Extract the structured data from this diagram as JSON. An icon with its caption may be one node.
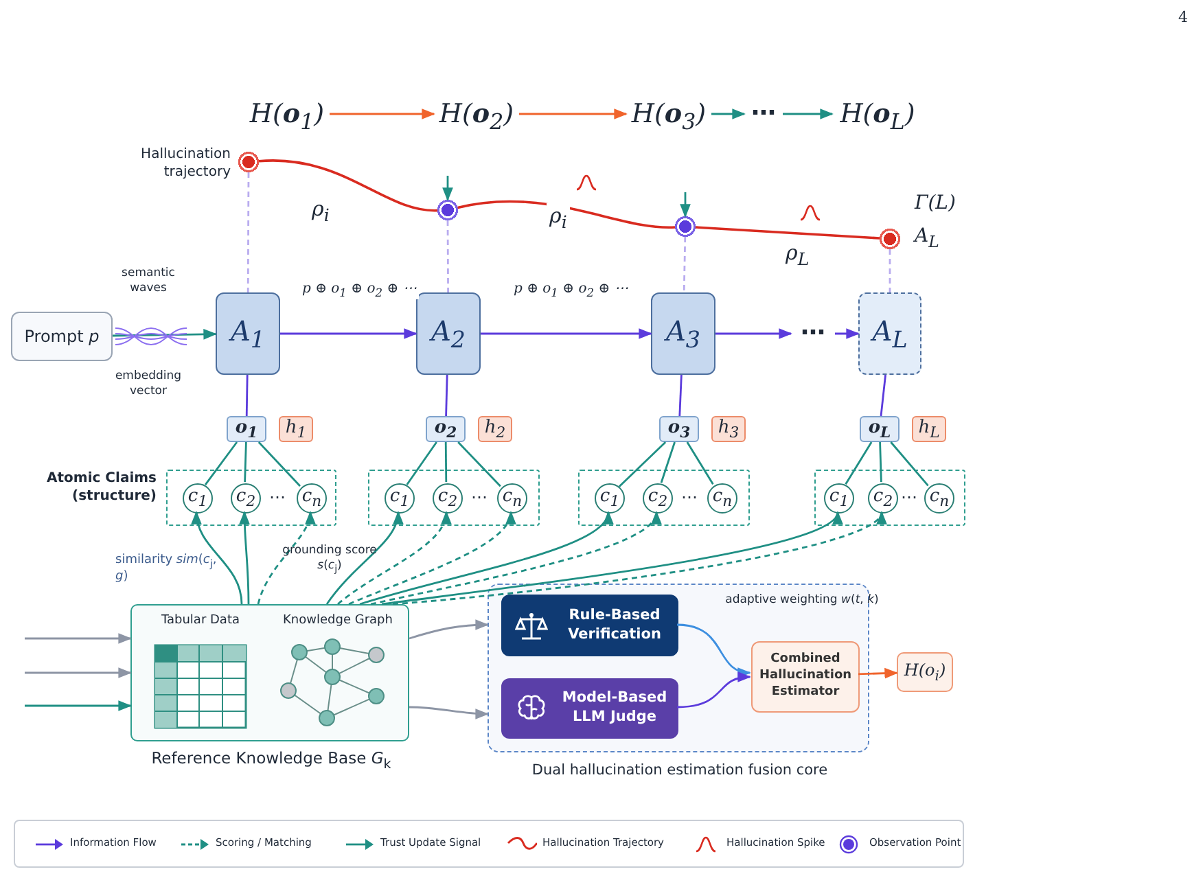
{
  "diagram": {
    "nodes": [
      {
        "text": [
          "H(**o**$_{1}$)"
        ]
      },
      {
        "text": [
          "H(**o**$_{2}$)"
        ]
      },
      {
        "text": [
          "H(**o**$_{3}$)"
        ]
      },
      {
        "text": [
          "⋯"
        ]
      },
      {
        "text": [
          "H(**o**$_{L}$)"
        ]
      },
      {
        "text": [],
        "shape": "circle"
      },
      {
        "text": [],
        "shape": "circle"
      },
      {
        "text": [],
        "shape": "circle"
      },
      {
        "text": [],
        "shape": "circle",
        "beside": [
          "Γ(L)",
          "A$_{L}$"
        ]
      },
      {
        "text": [
          "Prompt *p*"
        ]
      },
      {
        "text": [
          "A$_{1}$"
        ]
      },
      {
        "text": [
          "A$_{2}$"
        ]
      },
      {
        "text": [
          "A$_{3}$"
        ]
      },
      {
        "text": [
          "⋯"
        ]
      },
      {
        "text": [
          "A$_{L}$"
        ]
      },
      {
        "text": [
          "o$_{1}$"
        ]
      },
      {
        "text": [
          "h$_{1}$"
        ]
      },
      {
        "text": [
          "o$_{2}$"
        ]
      },
      {
        "text": [
          "h$_{2}$"
        ]
      },
      {
        "text": [
          "o$_{3}$"
        ]
      },
      {
        "text": [
          "h$_{3}$"
        ]
      },
      {
        "text": [
          "o$_{L}$"
        ]
      },
      {
        "text": [
          "h$_{L}$"
        ]
      },
      {
        "text": [],
        "shape": "box"
      },
      {
        "text": [
          "c$_{1}$"
        ],
        "in": 23
      },
      {
        "text": [
          "c$_{2}$"
        ],
        "in": 23
      },
      {
        "text": [
          "c$_{n}$"
        ],
        "in": 23
      },
      {
        "text": [],
        "shape": "box"
      },
      {
        "text": [
          "c$_{1}$"
        ],
        "in": 27
      },
      {
        "text": [
          "c$_{2}$"
        ],
        "in": 27
      },
      {
        "text": [
          "c$_{n}$"
        ],
        "in": 27
      },
      {
        "text": [],
        "shape": "box"
      },
      {
        "text": [
          "c$_{1}$"
        ],
        "in": 31
      },
      {
        "text": [
          "c$_{2}$"
        ],
        "in": 31
      },
      {
        "text": [
          "c$_{n}$"
        ],
        "in": 31
      },
      {
        "text": [],
        "shape": "box"
      },
      {
        "text": [
          "c$_{1}$"
        ],
        "in": 35
      },
      {
        "text": [
          "c$_{2}$"
        ],
        "in": 35
      },
      {
        "text": [
          "c$_{n}$"
        ],
        "in": 35
      },
      {
        "text": [
          "Tabular Data",
          "Knowledge Graph",
          "Reference Knowledge Base *G*$_{k}$"
        ]
      },
      {
        "text": [
          "Dual hallucination estimation fusion core"
        ]
      },
      {
        "text": [
          "Rule-Based Verification"
        ],
        "in": 40
      },
      {
        "text": [
          "Model-Based LLM Judge"
        ],
        "in": 40
      },
      {
        "text": [
          "Combined Hallucination Estimator"
        ],
        "in": 40
      },
      {
        "text": [
          "H(o$_{i}$)"
        ]
      }
    ],
    "edges": [
      {
        "from": 0,
        "to": 1,
        "arrow": "to",
        "color": "#f0642c"
      },
      {
        "from": 1,
        "to": 2,
        "arrow": "to",
        "color": "#f0642c"
      },
      {
        "from": 2,
        "to": 3,
        "arrow": "to"
      },
      {
        "from": 3,
        "to": 4,
        "arrow": "to"
      },
      {
        "from": 5,
        "to": 6,
        "arrow": "none",
        "color": "#d92b20",
        "label": "ρ$_{i}$"
      },
      {
        "from": 6,
        "to": 7,
        "arrow": "none",
        "color": "#d92b20",
        "label": "ρ$_{i}$"
      },
      {
        "from": 7,
        "to": 8,
        "arrow": "none",
        "color": "#d92b20",
        "label": "ρ$_{L}$"
      },
      {
        "from": null,
        "to": 6,
        "arrow": "to"
      },
      {
        "from": null,
        "to": 7,
        "arrow": "to"
      },
      {
        "from": 5,
        "to": 10,
        "arrow": "none",
        "style": "dashed",
        "color": "#b9acef"
      },
      {
        "from": 6,
        "to": 11,
        "arrow": "none",
        "style": "dashed",
        "color": "#b9acef"
      },
      {
        "from": 7,
        "to": 12,
        "arrow": "none",
        "style": "dashed",
        "color": "#b9acef"
      },
      {
        "from": 8,
        "to": 14,
        "arrow": "none",
        "style": "dashed",
        "color": "#b9acef"
      },
      {
        "from": 9,
        "to": 10,
        "arrow": "to"
      },
      {
        "from": 10,
        "to": 11,
        "arrow": "to",
        "color": "#5b3bdc",
        "label": "p ⊕ o$_{1}$ ⊕ o$_{2}$ ⊕ ⋯"
      },
      {
        "from": 11,
        "to": 12,
        "arrow": "to",
        "color": "#5b3bdc",
        "label": "p ⊕ o$_{1}$ ⊕ o$_{2}$ ⊕ ⋯"
      },
      {
        "from": 12,
        "to": 13,
        "arrow": "to",
        "color": "#5b3bdc"
      },
      {
        "from": 13,
        "to": 14,
        "arrow": "to",
        "color": "#5b3bdc"
      },
      {
        "from": 10,
        "to": 15,
        "arrow": "none",
        "color": "#5b3bdc"
      },
      {
        "from": 11,
        "to": 17,
        "arrow": "none",
        "color": "#5b3bdc"
      },
      {
        "from": 12,
        "to": 19,
        "arrow": "none",
        "color": "#5b3bdc"
      },
      {
        "from": 14,
        "to": 21,
        "arrow": "none",
        "color": "#5b3bdc"
      },
      {
        "from": 15,
        "to": 24,
        "arrow": "none"
      },
      {
        "from": 15,
        "to": 25,
        "arrow": "none"
      },
      {
        "from": 15,
        "to": 26,
        "arrow": "none"
      },
      {
        "from": 17,
        "to": 28,
        "arrow": "none"
      },
      {
        "from": 17,
        "to": 29,
        "arrow": "none"
      },
      {
        "from": 17,
        "to": 30,
        "arrow": "none"
      },
      {
        "from": 19,
        "to": 32,
        "arrow": "none"
      },
      {
        "from": 19,
        "to": 33,
        "arrow": "none"
      },
      {
        "from": 19,
        "to": 34,
        "arrow": "none"
      },
      {
        "from": 21,
        "to": 36,
        "arrow": "none"
      },
      {
        "from": 21,
        "to": 37,
        "arrow": "none"
      },
      {
        "from": 21,
        "to": 38,
        "arrow": "none"
      },
      {
        "from": 39,
        "to": 24,
        "arrow": "to"
      },
      {
        "from": 39,
        "to": 25,
        "arrow": "to"
      },
      {
        "from": 39,
        "to": 26,
        "arrow": "to",
        "style": "dashed"
      },
      {
        "from": 39,
        "to": 28,
        "arrow": "to"
      },
      {
        "from": 39,
        "to": 29,
        "arrow": "to",
        "style": "dashed"
      },
      {
        "from": 39,
        "to": 30,
        "arrow": "to",
        "style": "dashed"
      },
      {
        "from": 39,
        "to": 32,
        "arrow": "to"
      },
      {
        "from": 39,
        "to": 33,
        "arrow": "to",
        "style": "dashed"
      },
      {
        "from": 39,
        "to": 36,
        "arrow": "to"
      },
      {
        "from": 39,
        "to": 37,
        "arrow": "to",
        "style": "dashed"
      },
      {
        "from": null,
        "to": 39,
        "arrow": "to",
        "color": "#8d95a5"
      },
      {
        "from": null,
        "to": 39,
        "arrow": "to",
        "color": "#8d95a5"
      },
      {
        "from": null,
        "to": 39,
        "arrow": "to"
      },
      {
        "from": 39,
        "to": 40,
        "arrow": "to",
        "color": "#8d95a5"
      },
      {
        "from": 39,
        "to": 40,
        "arrow": "to",
        "color": "#8d95a5"
      },
      {
        "from": 41,
        "to": 43,
        "arrow": "to",
        "color": "#3d8fe0"
      },
      {
        "from": 42,
        "to": 43,
        "arrow": "to",
        "color": "#5b3bdc"
      },
      {
        "from": 43,
        "to": 44,
        "arrow": "to",
        "color": "#f0642c"
      }
    ],
    "labels": [
      "4",
      "Hallucination trajectory",
      "semantic waves",
      "embedding vector",
      "Atomic Claims (structure)",
      "⋯",
      "⋯",
      "⋯",
      "⋯",
      "similarity *sim*(*c*$_{j}$, *g*)",
      "grounding score *s*(*c*$_{j}$)",
      "adaptive weighting *w*(*t*, *k*)"
    ],
    "legend": [
      {
        "text": "Information Flow"
      },
      {
        "text": "Scoring / Matching"
      },
      {
        "text": "Trust Update Signal"
      },
      {
        "text": "Hallucination Trajectory"
      },
      {
        "text": "Hallucination Spike"
      },
      {
        "text": "Observation Point"
      }
    ]
  }
}
